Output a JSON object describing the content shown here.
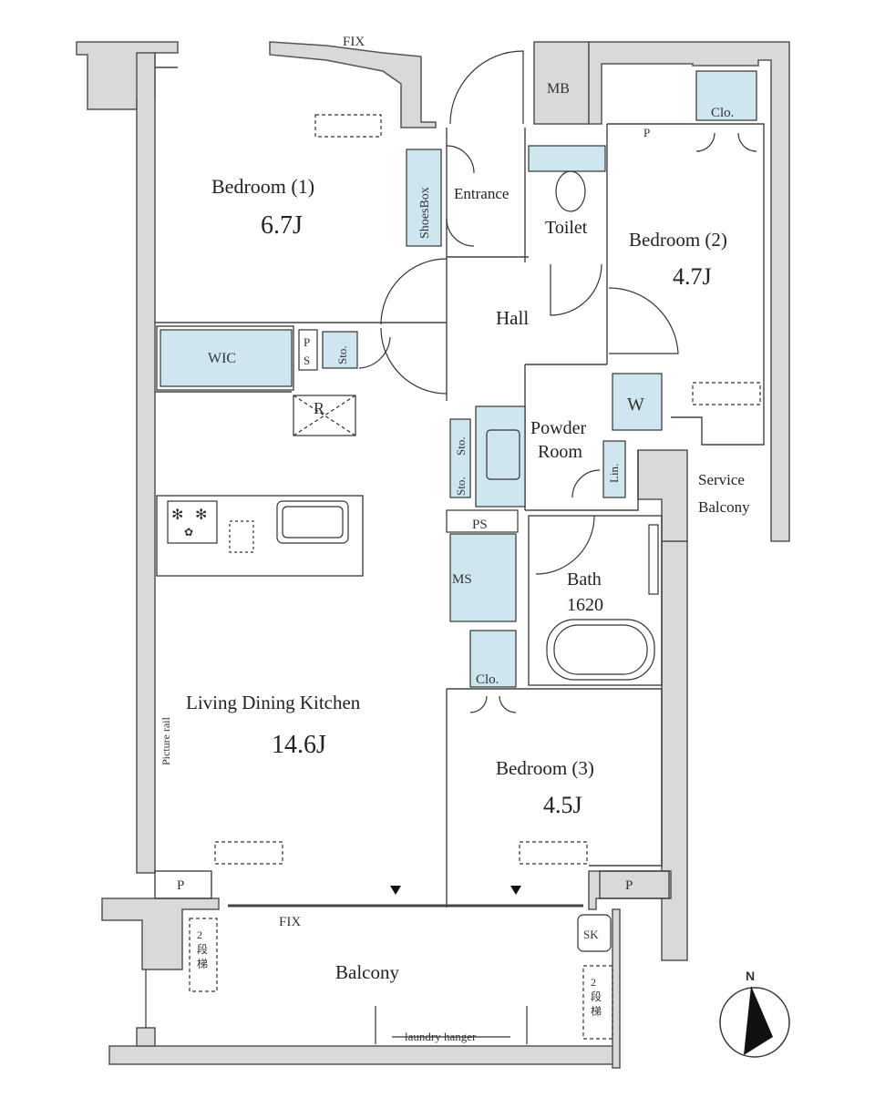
{
  "colors": {
    "wall": "#d9d9d9",
    "wall_stroke": "#555555",
    "fixture": "#cfe6f0",
    "line": "#444444"
  },
  "rooms": {
    "bedroom1": {
      "name": "Bedroom (1)",
      "size": "6.7J"
    },
    "bedroom2": {
      "name": "Bedroom (2)",
      "size": "4.7J"
    },
    "bedroom3": {
      "name": "Bedroom (3)",
      "size": "4.5J"
    },
    "ldk": {
      "name": "Living Dining Kitchen",
      "size": "14.6J"
    },
    "hall": "Hall",
    "entrance": "Entrance",
    "toilet": "Toilet",
    "powder_room_line1": "Powder",
    "powder_room_line2": "Room",
    "bath": {
      "name": "Bath",
      "size": "1620"
    },
    "balcony": "Balcony",
    "service_balcony_line1": "Service",
    "service_balcony_line2": "Balcony"
  },
  "labels": {
    "fix_top": "FIX",
    "fix_bottom": "FIX",
    "mb": "MB",
    "clo_top": "Clo.",
    "clo_bed3": "Clo.",
    "p_top": "P",
    "p_left": "P",
    "p_right": "P",
    "ps_upper_p": "P",
    "ps_upper_s": "S",
    "ps_mid": "PS",
    "shoes_box": "ShoesBox",
    "wic": "WIC",
    "sto1": "Sto.",
    "sto2": "Sto.",
    "sto3": "Sto.",
    "r": "R",
    "w": "W",
    "lin": "Lin.",
    "ms": "MS",
    "sk": "SK",
    "picture_rail": "Picture rail",
    "laundry_hanger": "laundry hanger",
    "hatch_left": "2\n段\n梯",
    "hatch_right": "2\n段\n梯",
    "north": "N"
  }
}
